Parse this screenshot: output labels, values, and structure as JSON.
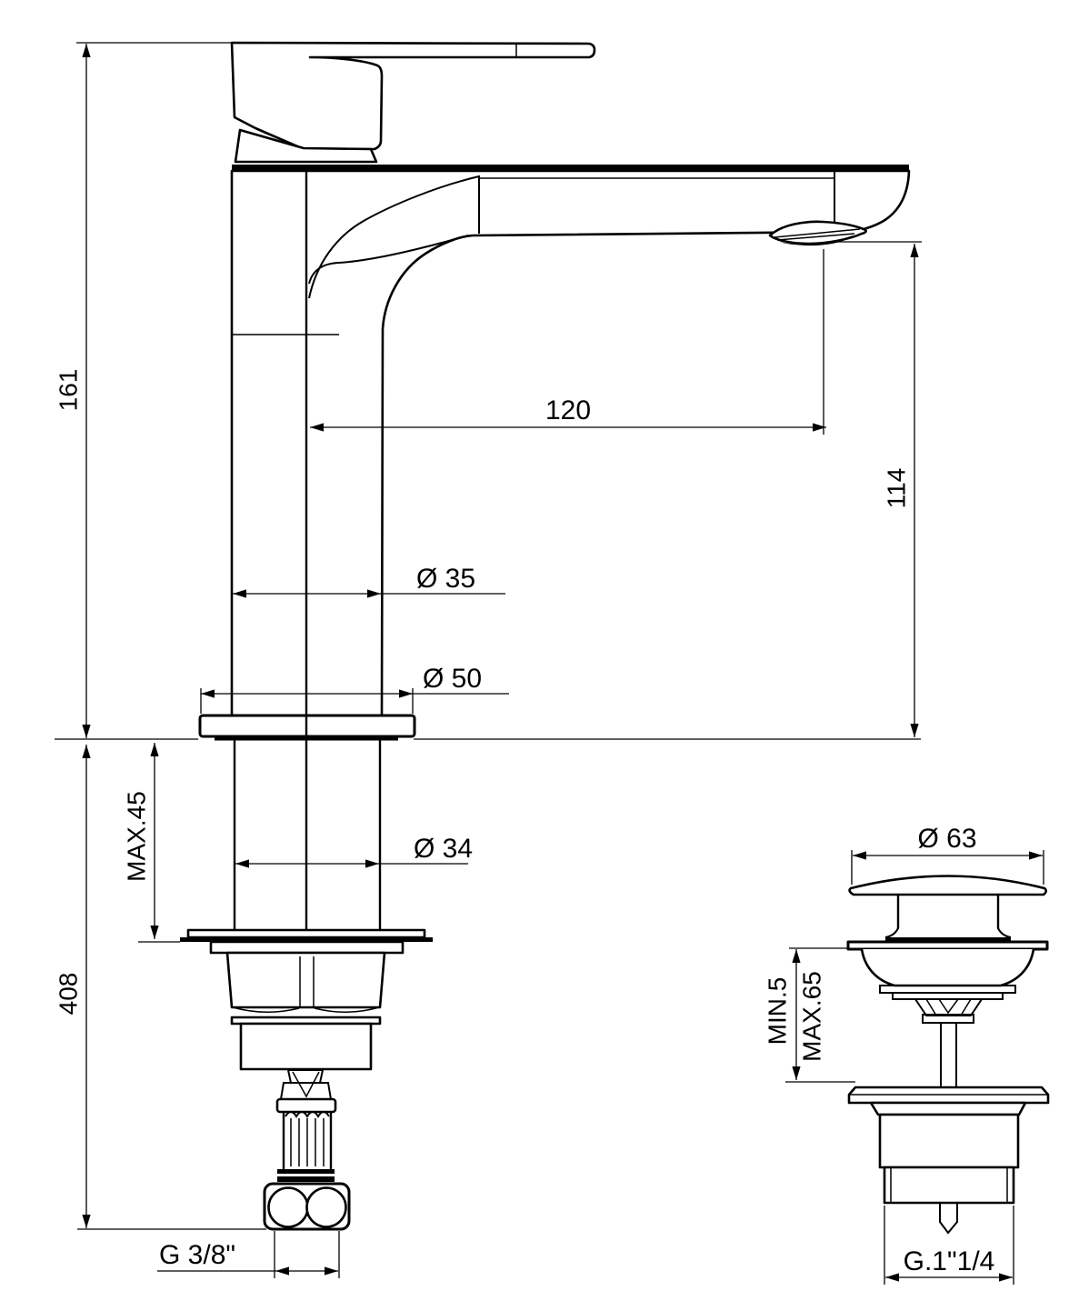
{
  "drawing": {
    "background": "#ffffff",
    "line_color": "#000000",
    "faucet_view": {
      "dim_total_height": "161",
      "dim_under_height": "408",
      "dim_spout_reach": "120",
      "dim_spout_height": "114",
      "dim_body_diameter": "Ø 35",
      "dim_base_diameter": "Ø 50",
      "dim_shank_diameter": "Ø 34",
      "dim_max_deck_thickness": "MAX.45",
      "dim_supply_thread": "G 3/8\""
    },
    "drain_view": {
      "dim_cap_diameter": "Ø 63",
      "dim_min_deck": "MIN.5",
      "dim_max_deck": "MAX.65",
      "dim_waste_thread": "G.1\"1/4"
    }
  }
}
